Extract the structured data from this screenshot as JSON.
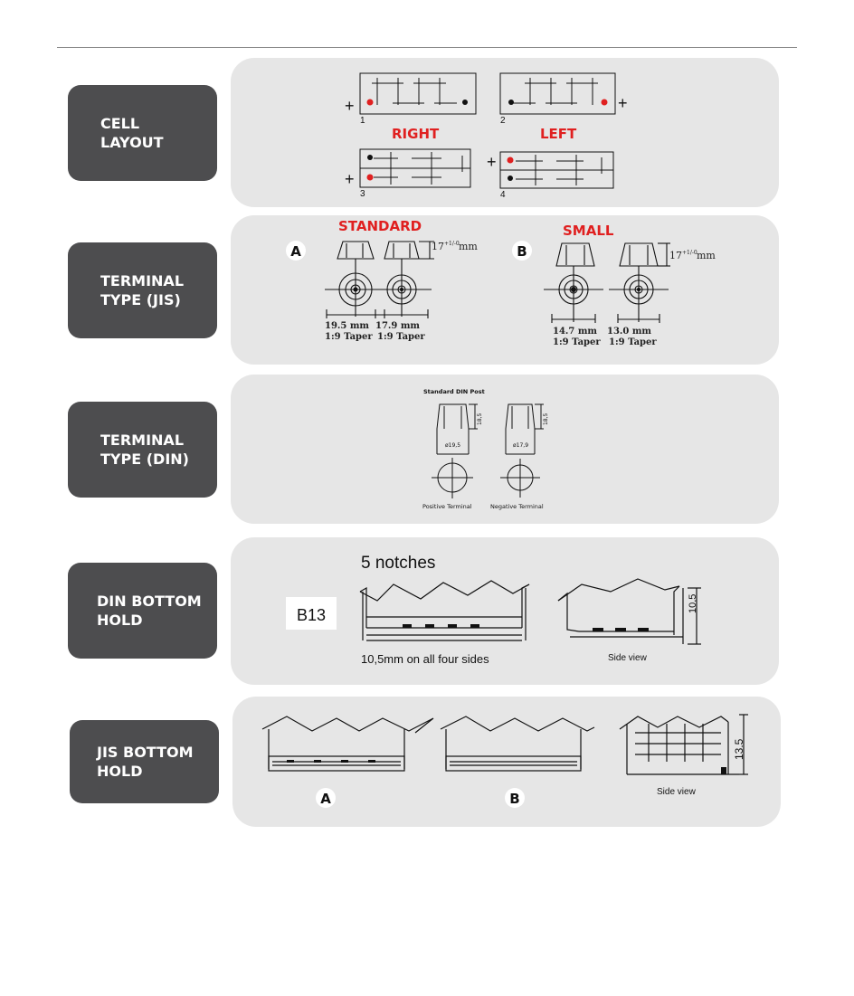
{
  "rows": [
    {
      "label_lines": [
        "CELL",
        "LAYOUT"
      ]
    },
    {
      "label_lines": [
        "TERMINAL",
        "TYPE (JIS)"
      ]
    },
    {
      "label_lines": [
        "TERMINAL",
        "TYPE (DIN)"
      ]
    },
    {
      "label_lines": [
        "DIN BOTTOM",
        "HOLD"
      ]
    },
    {
      "label_lines": [
        "JIS BOTTOM",
        "HOLD"
      ]
    }
  ],
  "cell_layout": {
    "plus": "+",
    "nums": [
      "1",
      "2",
      "3",
      "4"
    ],
    "right": "RIGHT",
    "left": "LEFT"
  },
  "jis_terminal": {
    "standard": "STANDARD",
    "small": "SMALL",
    "a": "A",
    "b": "B",
    "height": "17",
    "height_tol": "+1/-0",
    "unit": "mm",
    "dims": [
      {
        "size": "19.5 mm",
        "taper": "1:9 Taper"
      },
      {
        "size": "17.9 mm",
        "taper": "1:9 Taper"
      },
      {
        "size": "14.7 mm",
        "taper": "1:9 Taper"
      },
      {
        "size": "13.0 mm",
        "taper": "1:9 Taper"
      }
    ]
  },
  "din_terminal": {
    "title": "Standard DIN Post",
    "pos_dia": "ø19,5",
    "neg_dia": "ø17,9",
    "pos_h": "18,5",
    "neg_h": "18,5",
    "pos_label": "Positive Terminal",
    "neg_label": "Negative Terminal"
  },
  "din_bottom": {
    "notches": "5 notches",
    "code": "B13",
    "caption": "10,5mm on all four sides",
    "side": "Side view",
    "dim": "10,5"
  },
  "jis_bottom": {
    "a": "A",
    "b": "B",
    "side": "Side view",
    "dim": "13.5"
  }
}
